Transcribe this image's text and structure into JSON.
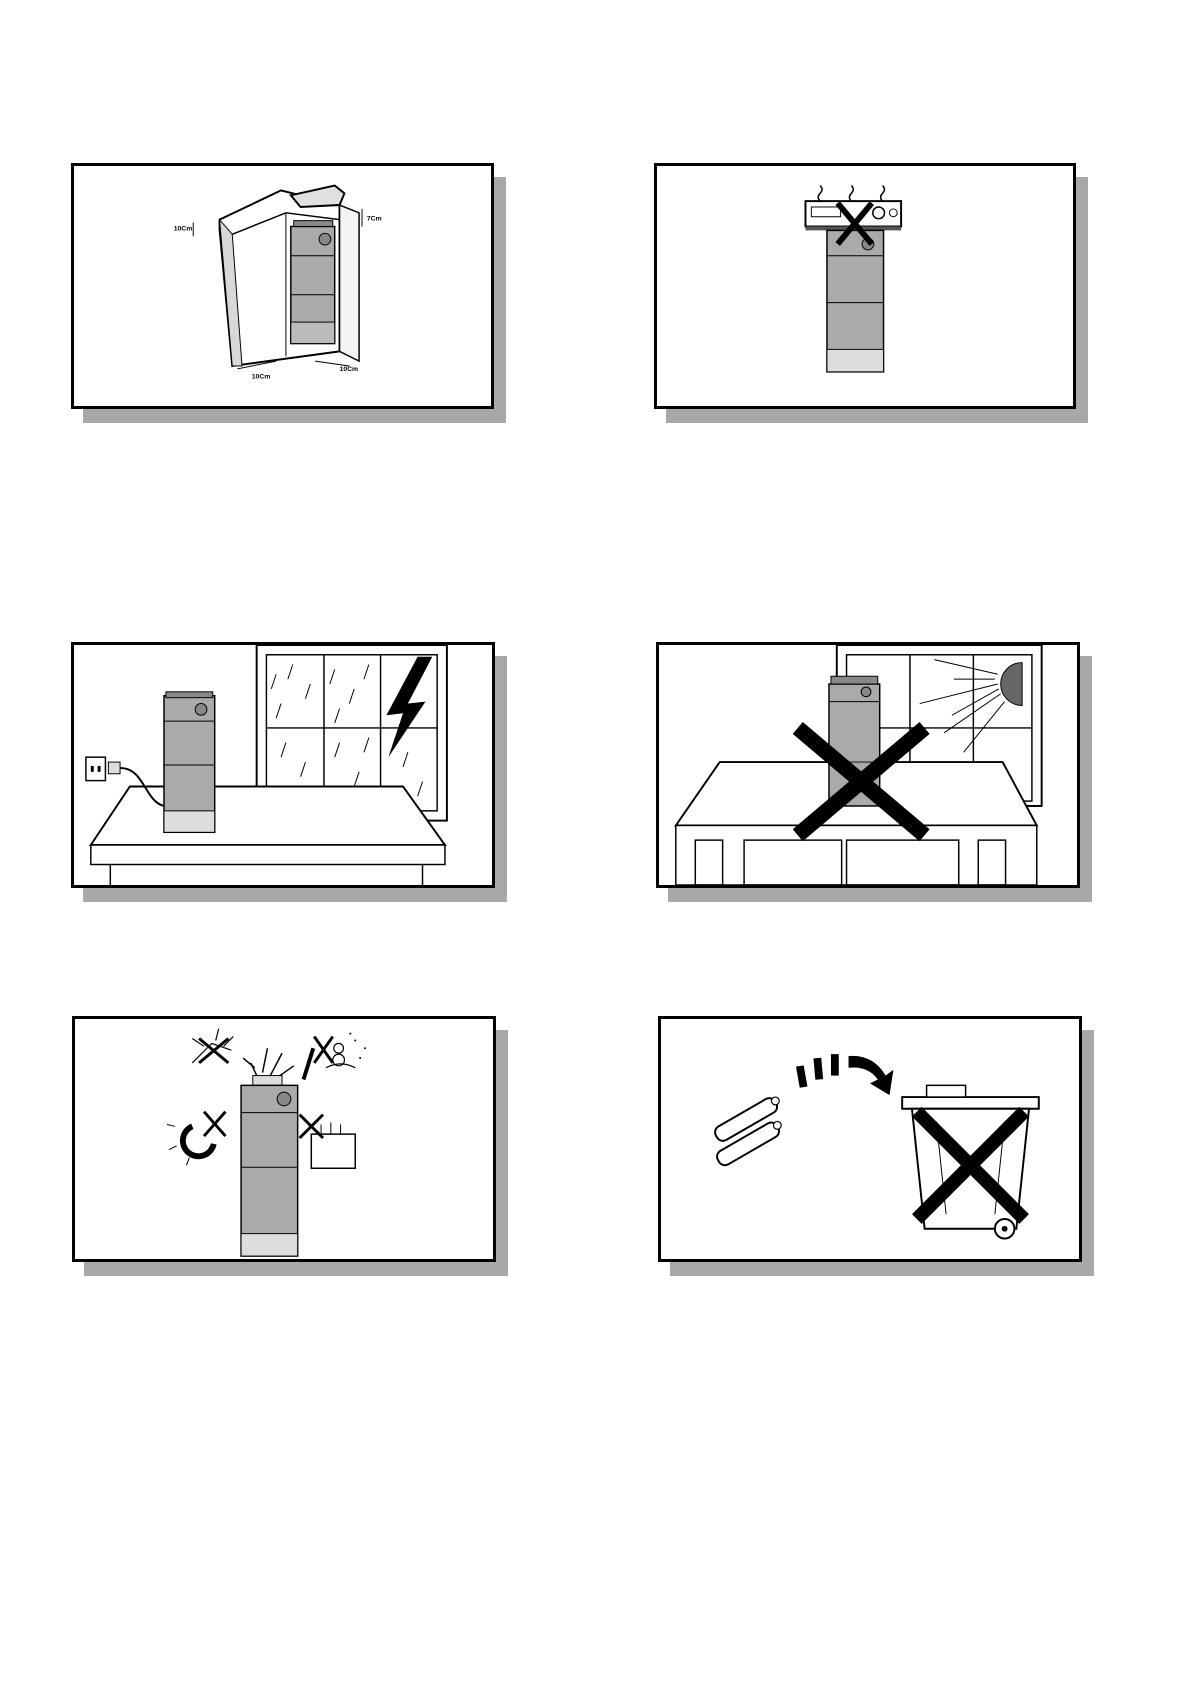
{
  "page": {
    "background": "#ffffff",
    "frame_color": "#000000",
    "shadow_color": "#a8a8a8",
    "device_color": "#aaaaaa"
  },
  "panels": [
    {
      "id": "ventilation-clearance",
      "icon": "clearance-diagram-icon",
      "labels": {
        "left": "10Cm",
        "top": "7Cm",
        "bottom": "10Cm",
        "right": "10Cm"
      }
    },
    {
      "id": "no-heat-source-on-top",
      "icon": "no-stacking-icon"
    },
    {
      "id": "unplug-during-storm",
      "icon": "lightning-storm-icon"
    },
    {
      "id": "avoid-direct-sunlight",
      "icon": "no-sunlight-icon"
    },
    {
      "id": "avoid-moisture-magnets-heat",
      "icon": "environment-warnings-icon"
    },
    {
      "id": "battery-disposal",
      "icon": "no-trash-batteries-icon"
    }
  ]
}
